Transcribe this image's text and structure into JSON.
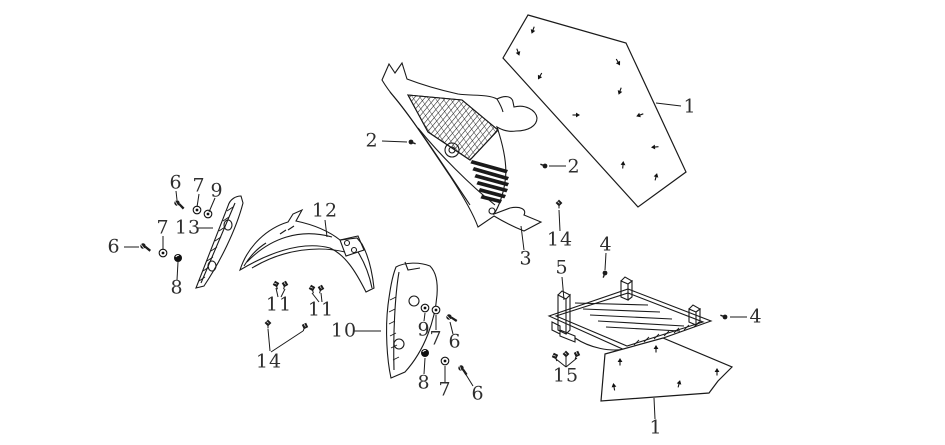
{
  "diagram": {
    "type": "exploded-parts-diagram",
    "background_color": "#ffffff",
    "line_color": "#1a1a1a",
    "label_color": "#2e2e2e",
    "callouts": [
      {
        "label": "1"
      },
      {
        "label": "2"
      },
      {
        "label": "2"
      },
      {
        "label": "3"
      },
      {
        "label": "14"
      },
      {
        "label": "4"
      },
      {
        "label": "5"
      },
      {
        "label": "4"
      },
      {
        "label": "15"
      },
      {
        "label": "1"
      },
      {
        "label": "6"
      },
      {
        "label": "7"
      },
      {
        "label": "9"
      },
      {
        "label": "13"
      },
      {
        "label": "7"
      },
      {
        "label": "6"
      },
      {
        "label": "8"
      },
      {
        "label": "12"
      },
      {
        "label": "11"
      },
      {
        "label": "11"
      },
      {
        "label": "10"
      },
      {
        "label": "9"
      },
      {
        "label": "7"
      },
      {
        "label": "6"
      },
      {
        "label": "8"
      },
      {
        "label": "7"
      },
      {
        "label": "6"
      },
      {
        "label": "14"
      }
    ]
  }
}
